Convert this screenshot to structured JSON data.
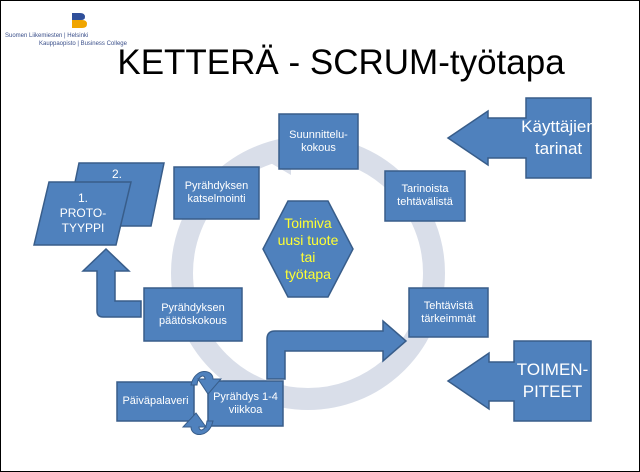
{
  "logo": {
    "line1": "Suomen Liikemiesten | Helsinki",
    "line2": "Kauppaopisto | Business College"
  },
  "title": "KETTERÄ - SCRUM-työtapa",
  "center": "Toimiva\nuusi tuote\ntai\ntyötapa",
  "steps": {
    "suunnittelu": "Suunnittelu-\nkokous",
    "tarinoista": "Tarinoista\ntehtävälistä",
    "tehtavista": "Tehtävistä\ntärkeimmät",
    "pyrahdys": "Pyrähdys 1-4\nviikkoa",
    "paivapalaveri": "Päiväpalaveri",
    "paatoskokous": "Pyrähdyksen\npäätöskokous",
    "katselmointi": "Pyrähdyksen\nkatselmointi"
  },
  "inputs": {
    "kayttajien": "Käyttäjien\ntarinat",
    "toimenpiteet": "TOIMEN-\nPITEET"
  },
  "prototypes": {
    "back": "2.",
    "front": "1.\nPROTO-\nTYYPPI"
  },
  "colors": {
    "box_fill": "#4f81bd",
    "box_stroke": "#385d8a",
    "cycle": "#d9dee9",
    "hex_text": "#ffff33"
  }
}
